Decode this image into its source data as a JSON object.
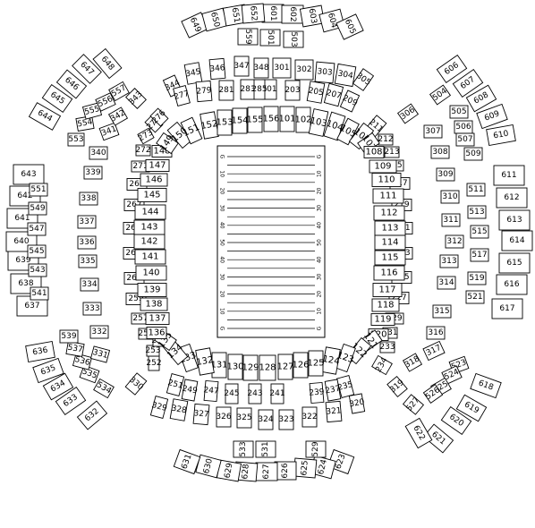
{
  "title": "",
  "field": {
    "yard_numbers": [
      "G",
      "10",
      "20",
      "30",
      "40",
      "50",
      "40",
      "30",
      "20",
      "10",
      "G"
    ]
  },
  "sections": {
    "level_100": [
      "101",
      "102",
      "103",
      "104",
      "105",
      "106",
      "107",
      "108",
      "109",
      "110",
      "111",
      "112",
      "113",
      "114",
      "115",
      "116",
      "117",
      "118",
      "119",
      "120",
      "121",
      "122",
      "123",
      "124",
      "125",
      "126",
      "127",
      "128",
      "129",
      "130",
      "131",
      "132",
      "133",
      "134",
      "135",
      "136",
      "137",
      "138",
      "139",
      "140",
      "141",
      "142",
      "143",
      "144",
      "145",
      "146",
      "147",
      "148",
      "149",
      "150",
      "151",
      "152",
      "153",
      "154",
      "155",
      "156"
    ],
    "level_200": [
      "201",
      "203",
      "205",
      "207",
      "209",
      "211",
      "212",
      "213",
      "215",
      "217",
      "219",
      "221",
      "223",
      "225",
      "227",
      "229",
      "231",
      "233",
      "234",
      "235",
      "237",
      "239",
      "241",
      "243",
      "245",
      "247",
      "249",
      "251",
      "252",
      "253",
      "254",
      "255",
      "257",
      "259",
      "261",
      "263",
      "265",
      "267",
      "269",
      "271",
      "272",
      "273",
      "275",
      "276",
      "277",
      "279",
      "281",
      "283",
      "285"
    ],
    "level_300": [
      "301",
      "302",
      "303",
      "304",
      "305",
      "306",
      "307",
      "308",
      "309",
      "310",
      "311",
      "312",
      "313",
      "314",
      "315",
      "316",
      "317",
      "318",
      "319",
      "320",
      "321",
      "322",
      "323",
      "324",
      "325",
      "326",
      "327",
      "328",
      "329",
      "330",
      "331",
      "332",
      "333",
      "334",
      "335",
      "336",
      "337",
      "338",
      "339",
      "340",
      "341",
      "342",
      "343",
      "344",
      "345",
      "346",
      "347",
      "348"
    ],
    "level_500": [
      "501",
      "503",
      "504",
      "505",
      "506",
      "507",
      "509",
      "511",
      "513",
      "515",
      "517",
      "519",
      "521",
      "523",
      "524",
      "525",
      "526",
      "527",
      "529",
      "531",
      "533",
      "534",
      "535",
      "536",
      "537",
      "539",
      "541",
      "543",
      "545",
      "547",
      "549",
      "551",
      "553",
      "554",
      "555",
      "556",
      "557",
      "559"
    ],
    "level_600": [
      "601",
      "602",
      "603",
      "604",
      "605",
      "606",
      "607",
      "608",
      "609",
      "610",
      "611",
      "612",
      "613",
      "614",
      "615",
      "616",
      "617",
      "618",
      "619",
      "620",
      "621",
      "622",
      "623",
      "624",
      "625",
      "626",
      "627",
      "628",
      "629",
      "630",
      "631",
      "632",
      "633",
      "634",
      "635",
      "636",
      "637",
      "638",
      "639",
      "640",
      "641",
      "642",
      "643",
      "644",
      "645",
      "646",
      "647",
      "648",
      "649",
      "650",
      "651",
      "652"
    ]
  }
}
